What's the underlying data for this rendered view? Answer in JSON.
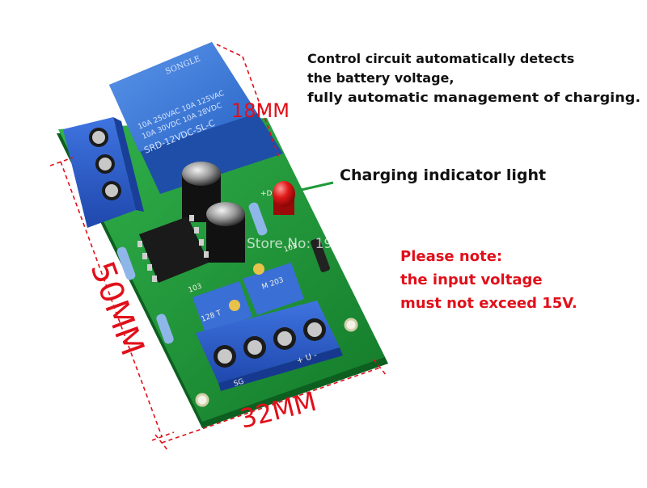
{
  "description": {
    "line1": "Control circuit automatically detects",
    "line2": "the battery voltage,",
    "line3": "fully automatic management of charging."
  },
  "indicator_label": "Charging indicator light",
  "note": {
    "line1": "Please note:",
    "line2": "the input voltage",
    "line3": "must not exceed 15V."
  },
  "dimensions": {
    "height": "18MM",
    "length": "50MM",
    "width": "32MM"
  },
  "watermark": "Store No: 1986332",
  "relay": {
    "brand": "SONGLE",
    "rating1": "10A 250VAC  10A 125VAC",
    "rating2": "10A  30VDC  10A  28VDC",
    "model": "SRD-12VDC-SL-C"
  },
  "board_marks": {
    "pot1": "103",
    "pot2": "103",
    "chip1": "128 T",
    "chip2": "M 203",
    "terminal_label": "+ U -",
    "sg_label": "SG",
    "led_label": "+D"
  },
  "colors": {
    "pcb": "#1f9a3a",
    "relay": "#2f6fd1",
    "terminal": "#2a58c9",
    "accent_red": "#e0101a"
  }
}
